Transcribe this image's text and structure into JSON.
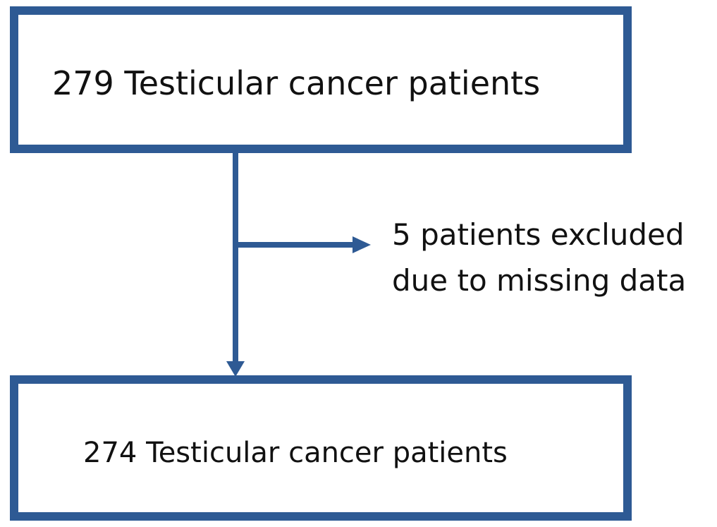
{
  "flowchart": {
    "top_box": {
      "label": "279 Testicular cancer patients"
    },
    "exclusion": {
      "line1": "5 patients excluded",
      "line2": "due to missing data"
    },
    "bottom_box": {
      "label": "274 Testicular cancer patients"
    }
  },
  "colors": {
    "box_border": "#2E5A94",
    "arrow": "#2E5A94",
    "text": "#111111"
  }
}
